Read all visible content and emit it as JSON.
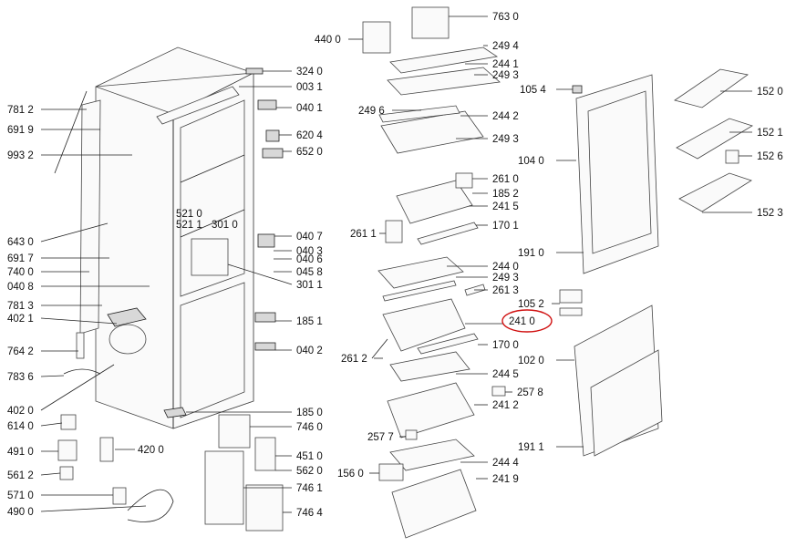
{
  "diagram": {
    "highlighted_callout": "241 0",
    "highlight_color": "#d01010",
    "callouts": [
      "781 2",
      "691 9",
      "993 2",
      "643 0",
      "691 7",
      "740 0",
      "040 8",
      "781 3",
      "402 1",
      "764 2",
      "783 6",
      "402 0",
      "614 0",
      "491 0",
      "561 2",
      "571 0",
      "490 0",
      "420 0",
      "324 0",
      "003 1",
      "040 1",
      "620 4",
      "652 0",
      "521 0",
      "521 1",
      "301 0",
      "040 7",
      "040 3",
      "040 6",
      "045 8",
      "301 1",
      "185 1",
      "040 2",
      "185 0",
      "746 0",
      "451 0",
      "562 0",
      "746 1",
      "746 4",
      "440 0",
      "763 0",
      "249 4",
      "244 1",
      "249 3",
      "105 4",
      "249 6",
      "244 2",
      "249 3",
      "261 0",
      "185 2",
      "241 5",
      "170 1",
      "261 1",
      "191 0",
      "244 0",
      "249 3",
      "261 3",
      "105 2",
      "241 0",
      "170 0",
      "261 2",
      "102 0",
      "244 5",
      "257 8",
      "241 2",
      "257 7",
      "191 1",
      "244 4",
      "156 0",
      "241 9",
      "152 0",
      "152 1",
      "152 6",
      "104 0",
      "152 3"
    ]
  }
}
